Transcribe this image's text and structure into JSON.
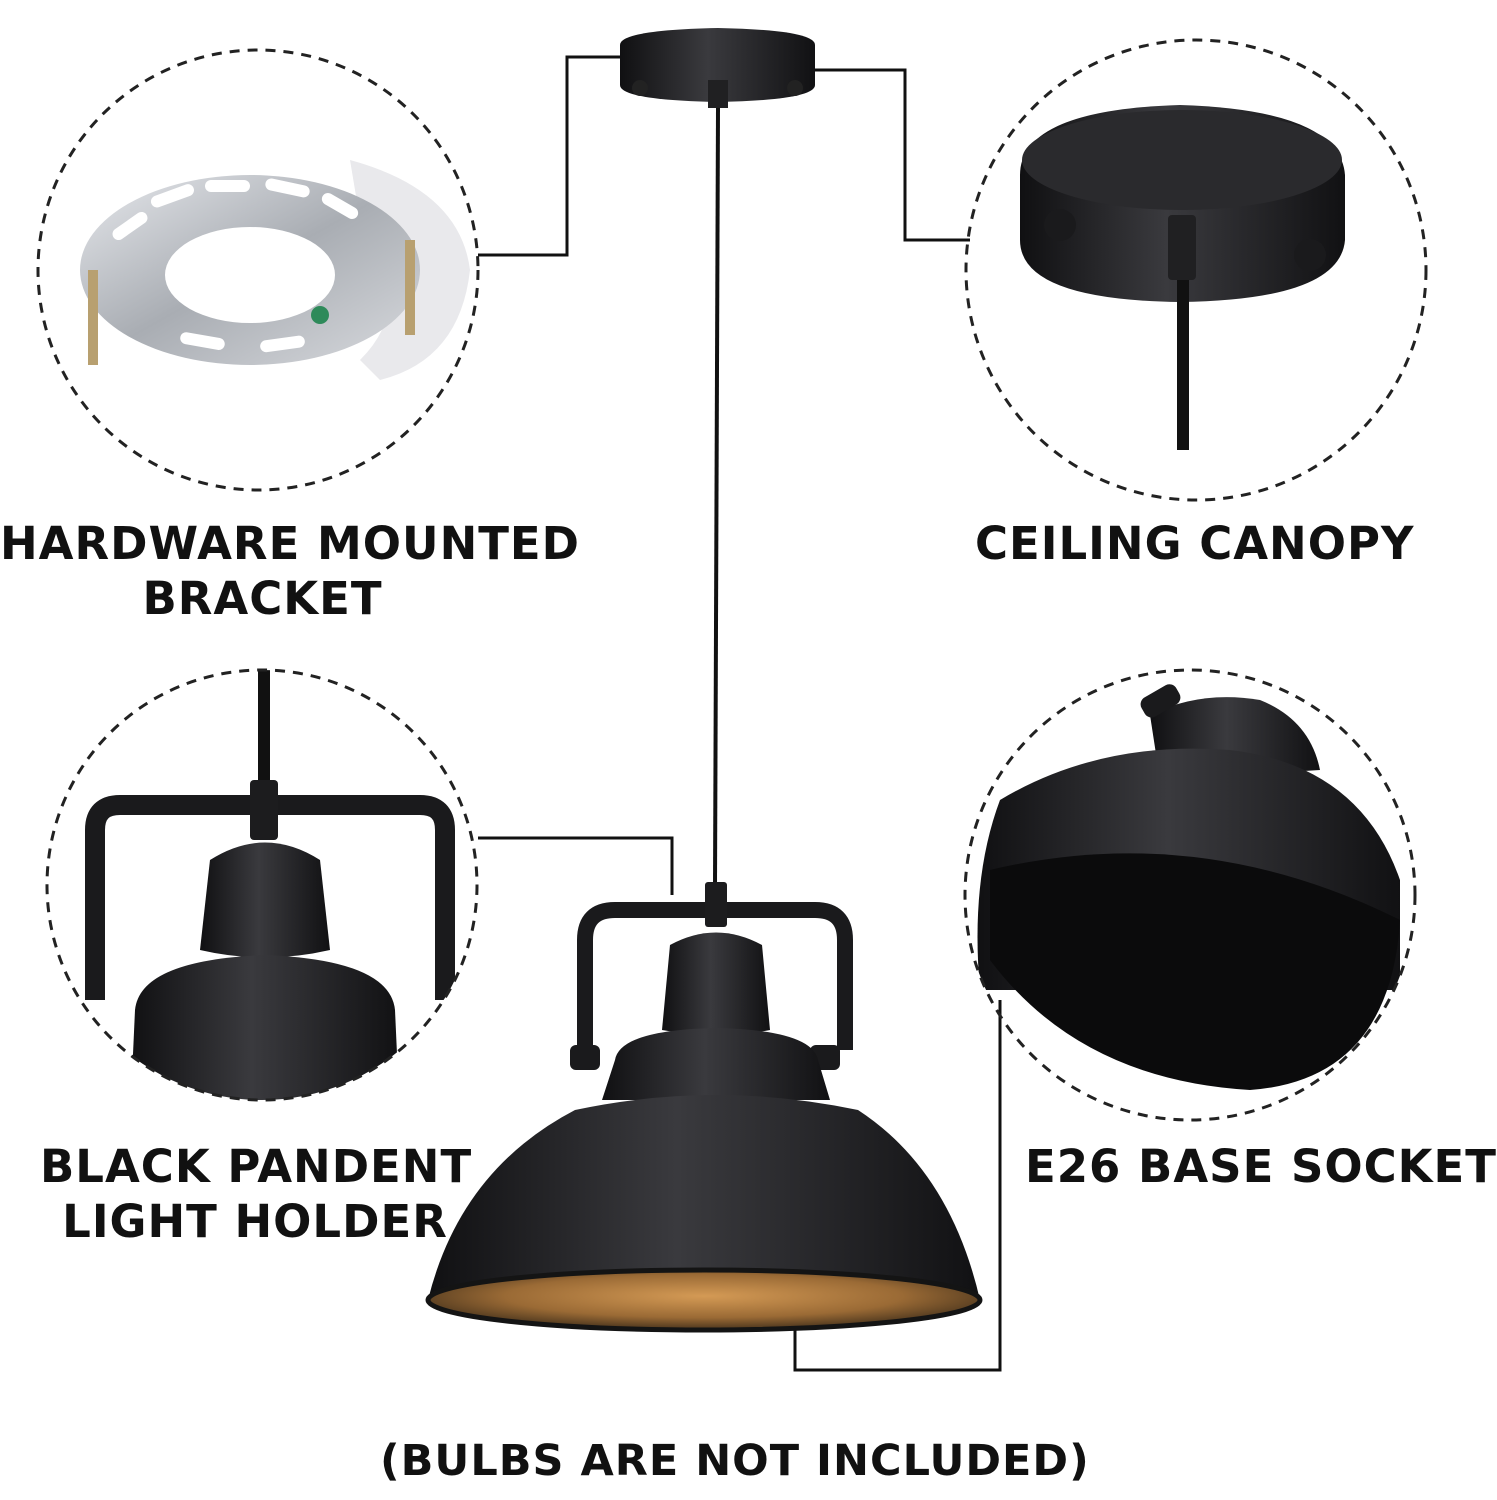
{
  "labels": {
    "bracket": [
      "HARDWARE MOUNTED",
      "BRACKET"
    ],
    "canopy": [
      "CEILING CANOPY"
    ],
    "holder": [
      "BLACK PANDENT",
      "LIGHT HOLDER"
    ],
    "socket": [
      "E26 BASE SOCKET"
    ],
    "footer": "(BULBS ARE NOT INCLUDED)"
  },
  "colors": {
    "metal_black": "#1c1c1e",
    "shade_inner": "#b07a3e",
    "bracket_silver": "#c9ccd1",
    "dashed_outline": "#222222"
  }
}
